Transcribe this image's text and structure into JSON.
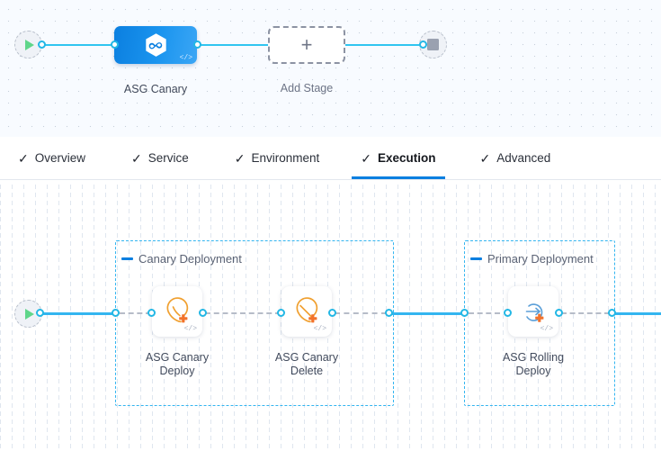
{
  "stage_canvas": {
    "start_node": {
      "icon": "play-icon",
      "name": "pipeline-start"
    },
    "end_node": {
      "icon": "stop-icon",
      "name": "pipeline-end"
    },
    "stage": {
      "label": "ASG Canary",
      "icon": "harness-hexagon-infinity-icon",
      "code_badge": "</>",
      "color": "#0b7fe0"
    },
    "add_stage": {
      "label": "Add Stage",
      "icon": "plus-icon",
      "plus_glyph": "+"
    }
  },
  "tabs": [
    {
      "label": "Overview",
      "check": "✓",
      "active": false
    },
    {
      "label": "Service",
      "check": "✓",
      "active": false
    },
    {
      "label": "Environment",
      "check": "✓",
      "active": false
    },
    {
      "label": "Execution",
      "check": "✓",
      "active": true
    },
    {
      "label": "Advanced",
      "check": "✓",
      "active": false
    }
  ],
  "execution_canvas": {
    "start_node": {
      "icon": "play-icon",
      "name": "execution-start"
    },
    "groups": [
      {
        "title": "Canary Deployment",
        "marker": "collapse-dash-icon",
        "accent": "#33b5f0",
        "steps": [
          {
            "label": "ASG Canary Deploy",
            "line1": "ASG Canary",
            "line2": "Deploy",
            "icon": "asg-canary-deploy-icon",
            "code_badge": "</>"
          },
          {
            "label": "ASG Canary Delete",
            "line1": "ASG Canary",
            "line2": "Delete",
            "icon": "asg-canary-delete-icon",
            "code_badge": "</>"
          }
        ]
      },
      {
        "title": "Primary Deployment",
        "marker": "collapse-dash-icon",
        "accent": "#33b5f0",
        "steps": [
          {
            "label": "ASG Rolling Deploy",
            "line1": "ASG Rolling",
            "line2": "Deploy",
            "icon": "asg-rolling-deploy-icon",
            "code_badge": "</>"
          }
        ]
      }
    ]
  },
  "colors": {
    "accent_blue": "#0b7fe0",
    "line_blue": "#33b5f0",
    "aws_orange": "#f0a030",
    "plus_orange": "#f2722b",
    "play_green": "#5fd68a",
    "grid": "#dfe6ef"
  }
}
